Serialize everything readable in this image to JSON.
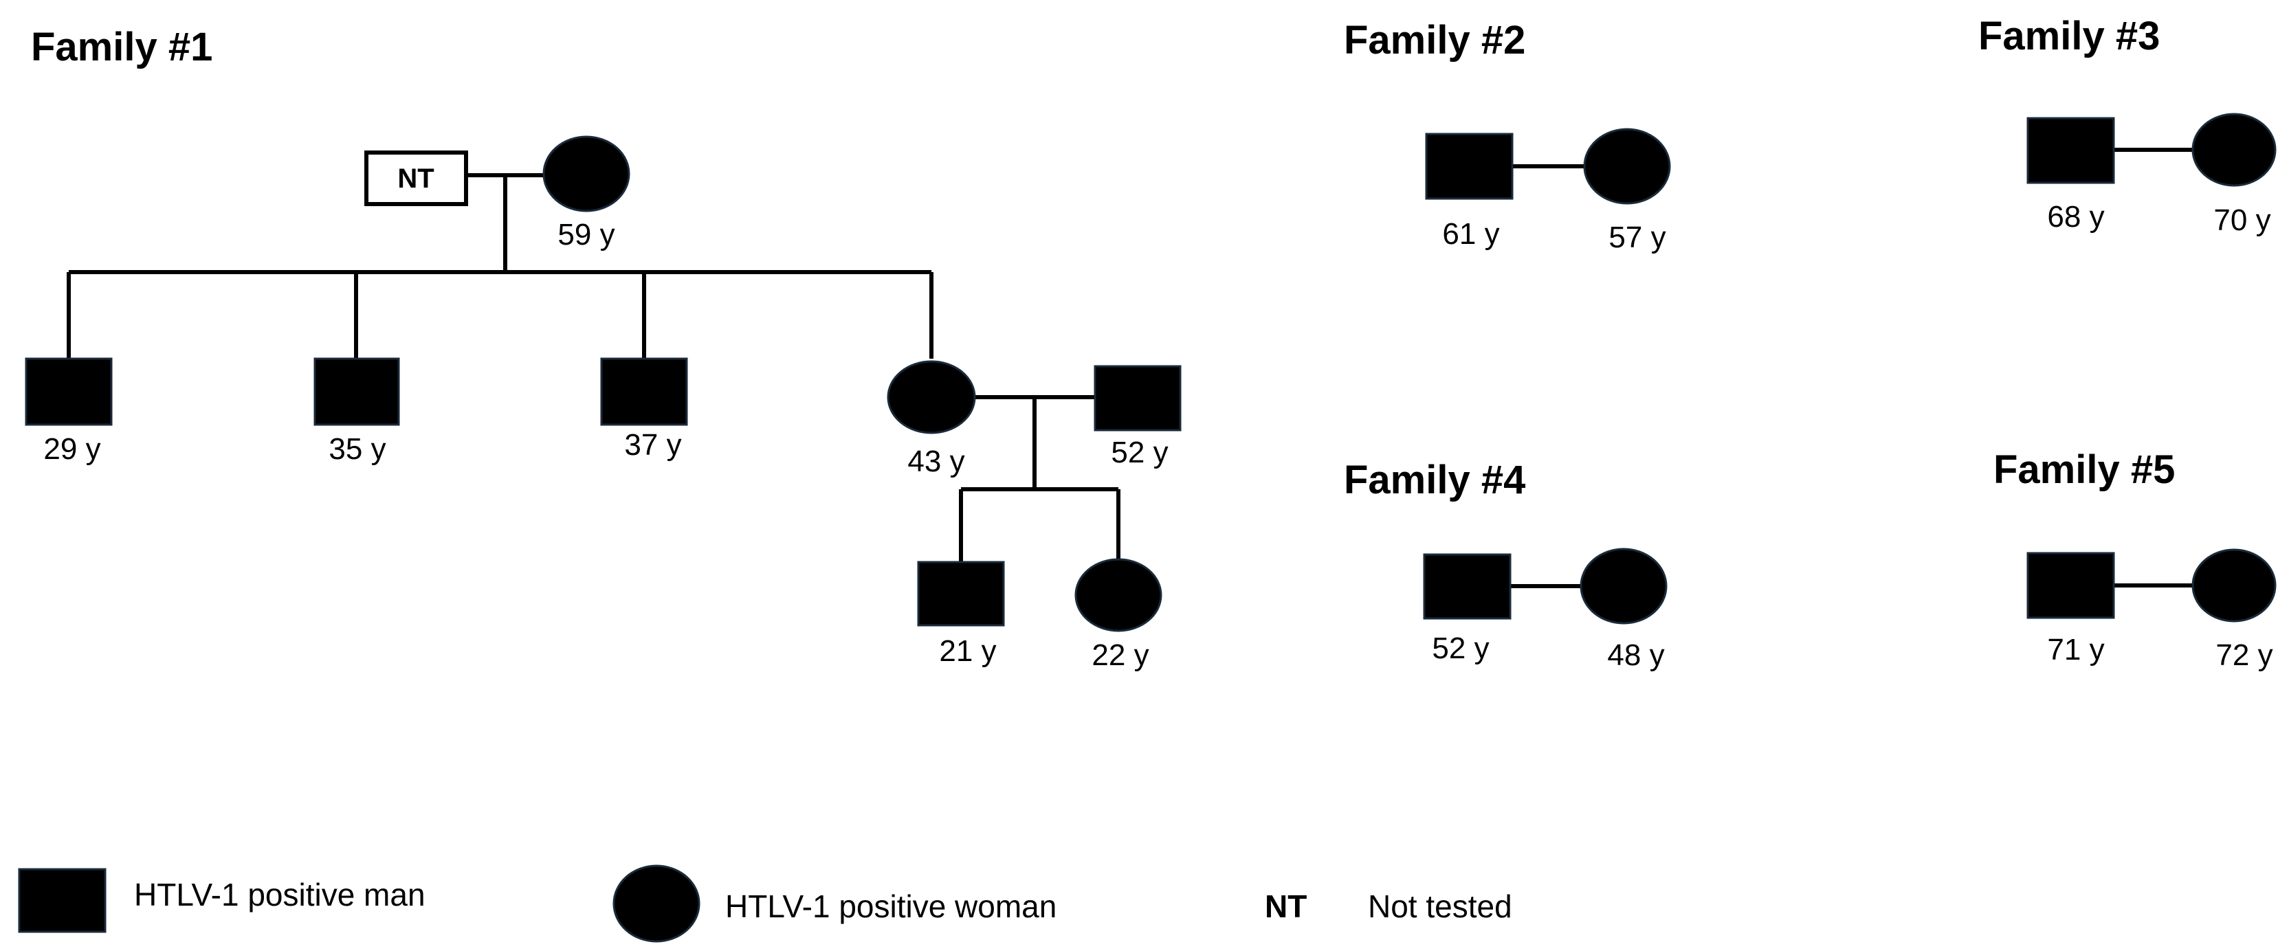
{
  "families": {
    "f1": {
      "title": "Family #1",
      "father_label": "NT",
      "mother_age": "59 y",
      "child1_age": "29 y",
      "child2_age": "35 y",
      "child3_age": "37 y",
      "daughter_age": "43 y",
      "spouse_age": "52 y",
      "grandchild1_age": "21 y",
      "grandchild2_age": "22 y"
    },
    "f2": {
      "title": "Family #2",
      "man_age": "61 y",
      "woman_age": "57 y"
    },
    "f3": {
      "title": "Family #3",
      "man_age": "68 y",
      "woman_age": "70 y"
    },
    "f4": {
      "title": "Family #4",
      "man_age": "52 y",
      "woman_age": "48 y"
    },
    "f5": {
      "title": "Family #5",
      "man_age": "71 y",
      "woman_age": "72 y"
    }
  },
  "legend": {
    "man": "HTLV-1 positive man",
    "woman": "HTLV-1 positive woman",
    "nt_abbr": "NT",
    "nt_desc": "Not tested"
  },
  "colors": {
    "symbol_fill": "#000000",
    "symbol_outline": "#1a2a3a"
  }
}
